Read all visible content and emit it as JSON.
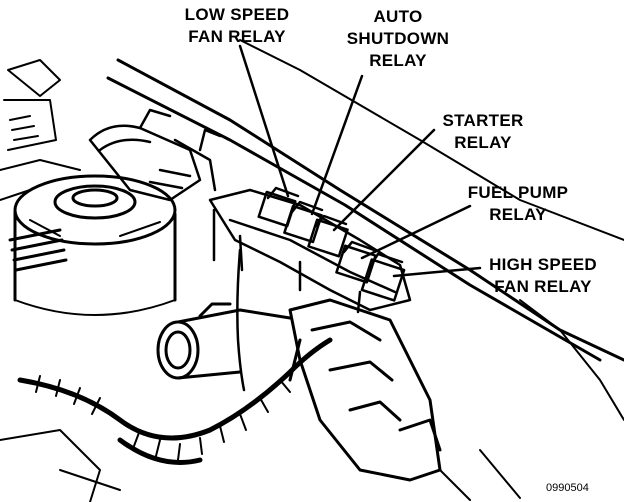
{
  "callouts": {
    "low_speed": [
      "LOW SPEED",
      "FAN RELAY"
    ],
    "auto_shutdown": [
      "AUTO",
      "SHUTDOWN",
      "RELAY"
    ],
    "starter": [
      "STARTER",
      "RELAY"
    ],
    "fuel_pump": [
      "FUEL PUMP",
      "RELAY"
    ],
    "high_speed": [
      "HIGH SPEED",
      "FAN RELAY"
    ]
  },
  "figure_id": "0990504",
  "colors": {
    "ink": "#000000",
    "paper": "#ffffff"
  }
}
